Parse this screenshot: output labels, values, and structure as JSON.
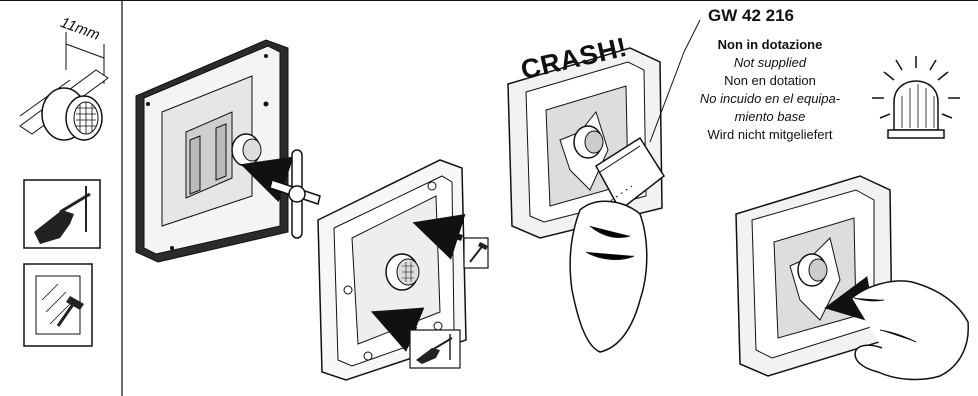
{
  "product": {
    "code": "GW 42 216",
    "not_supplied": [
      "Non in dotazione",
      "Not supplied",
      "Non en dotation",
      "No incuido en el equipa-",
      "miento base",
      "Wird nicht mitgeliefert"
    ]
  },
  "labels": {
    "dimension": "11mm",
    "crash": "CRASH!"
  },
  "icons": {
    "left_column": [
      "rail-clip-icon",
      "hand-tool-icon",
      "glass-hammer-icon"
    ],
    "center": [
      "screw-clip-icon",
      "hand-tool-icon",
      "glass-hammer-icon"
    ],
    "right": [
      "alarm-beacon-icon"
    ]
  },
  "colors": {
    "line": "#111111",
    "frame": "#8a8a8a",
    "panel": "#d9d9d9",
    "dark": "#222222"
  }
}
